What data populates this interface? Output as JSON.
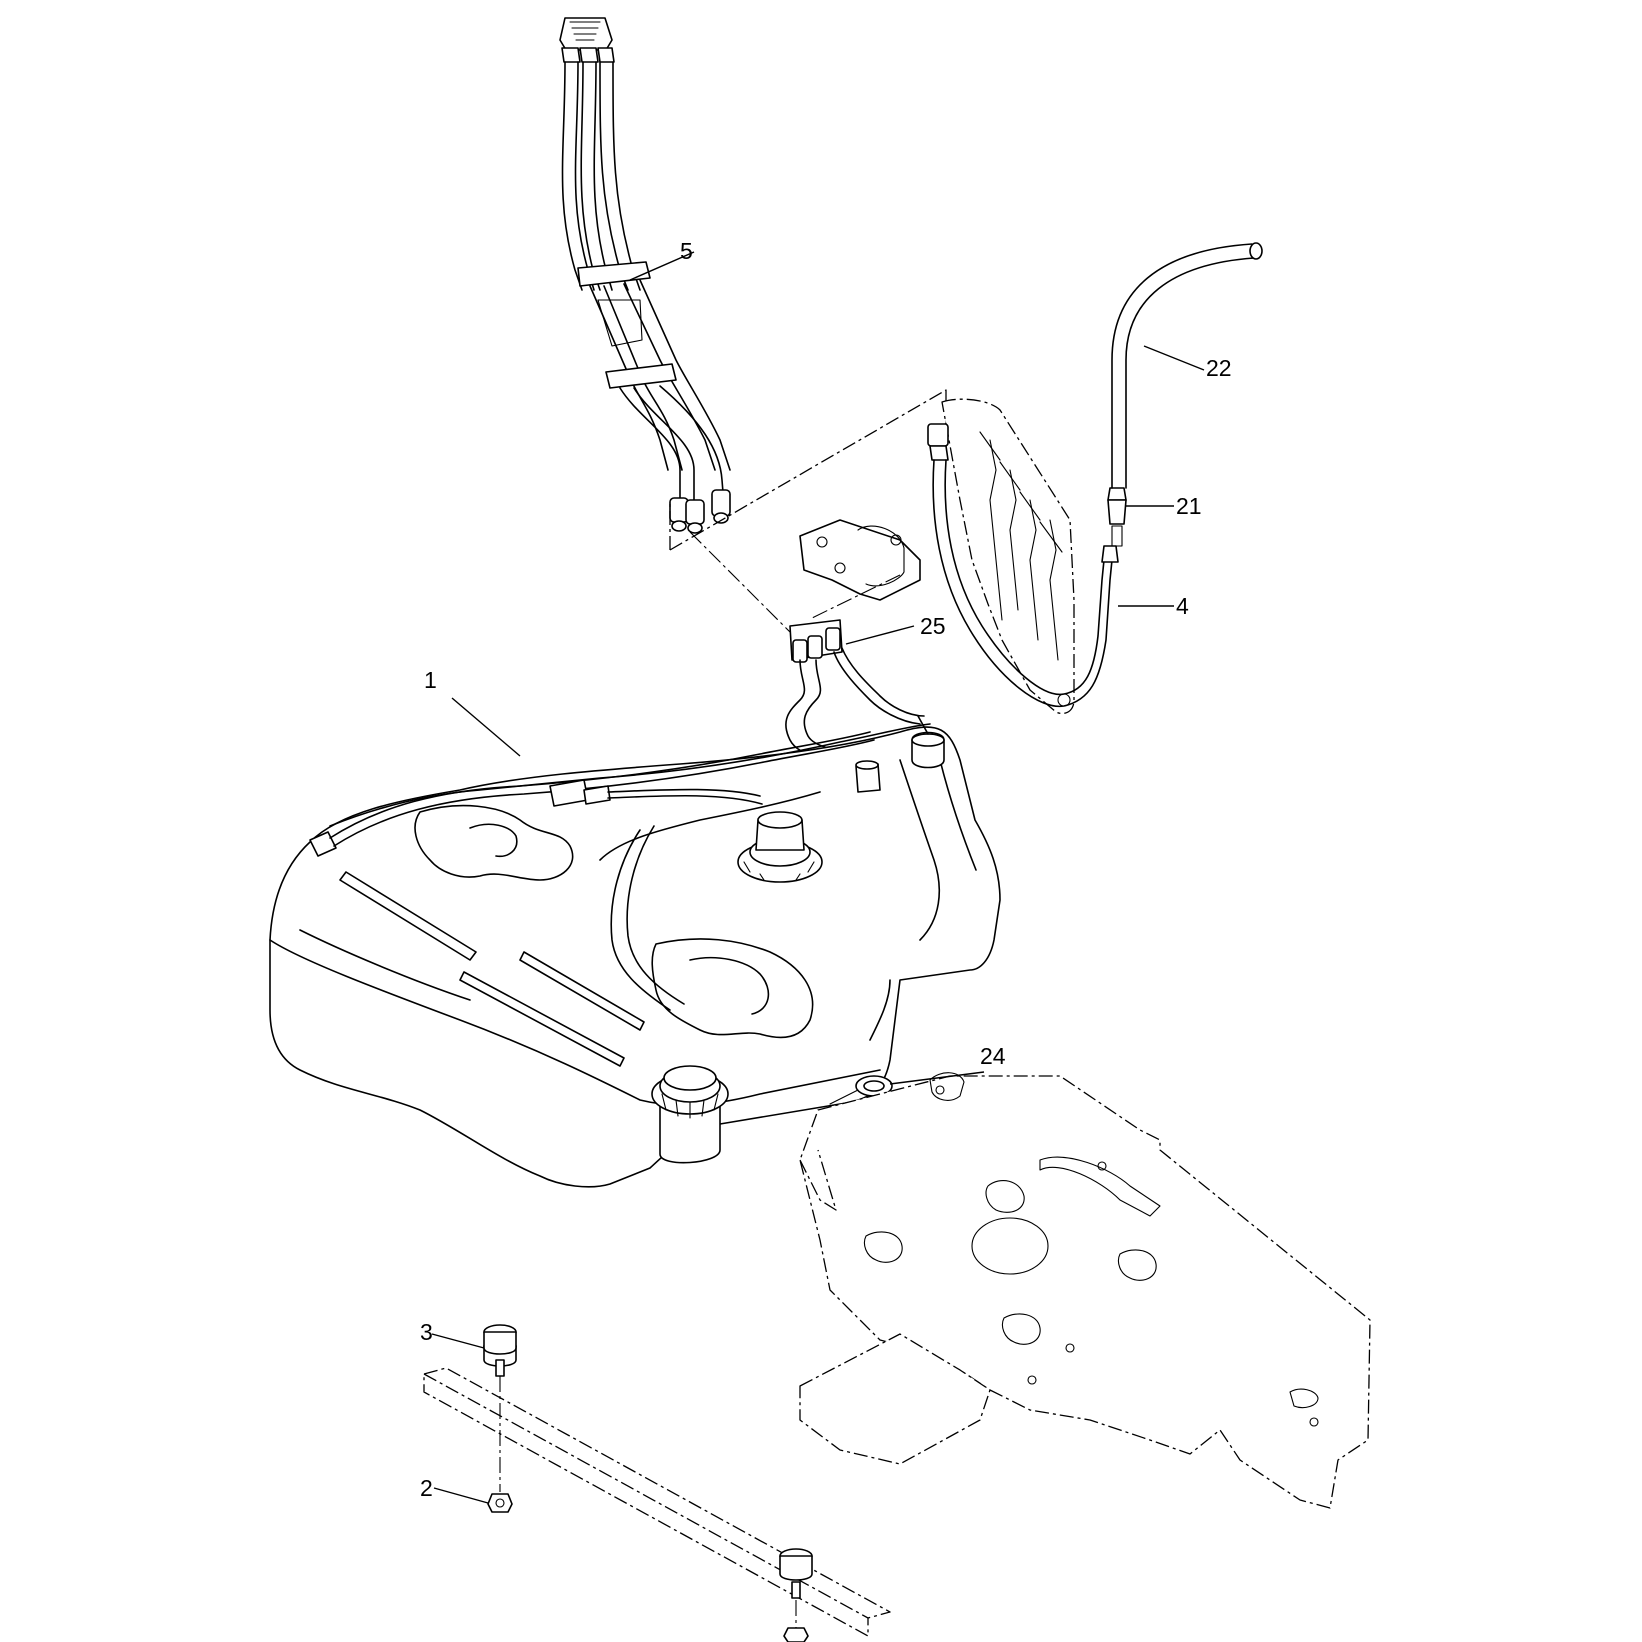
{
  "callouts": {
    "c1": "1",
    "c2": "2",
    "c3": "3",
    "c4": "4",
    "c5": "5",
    "c21": "21",
    "c22": "22",
    "c24": "24",
    "c25": "25"
  },
  "colors": {
    "line": "#000000",
    "background": "#ffffff"
  }
}
